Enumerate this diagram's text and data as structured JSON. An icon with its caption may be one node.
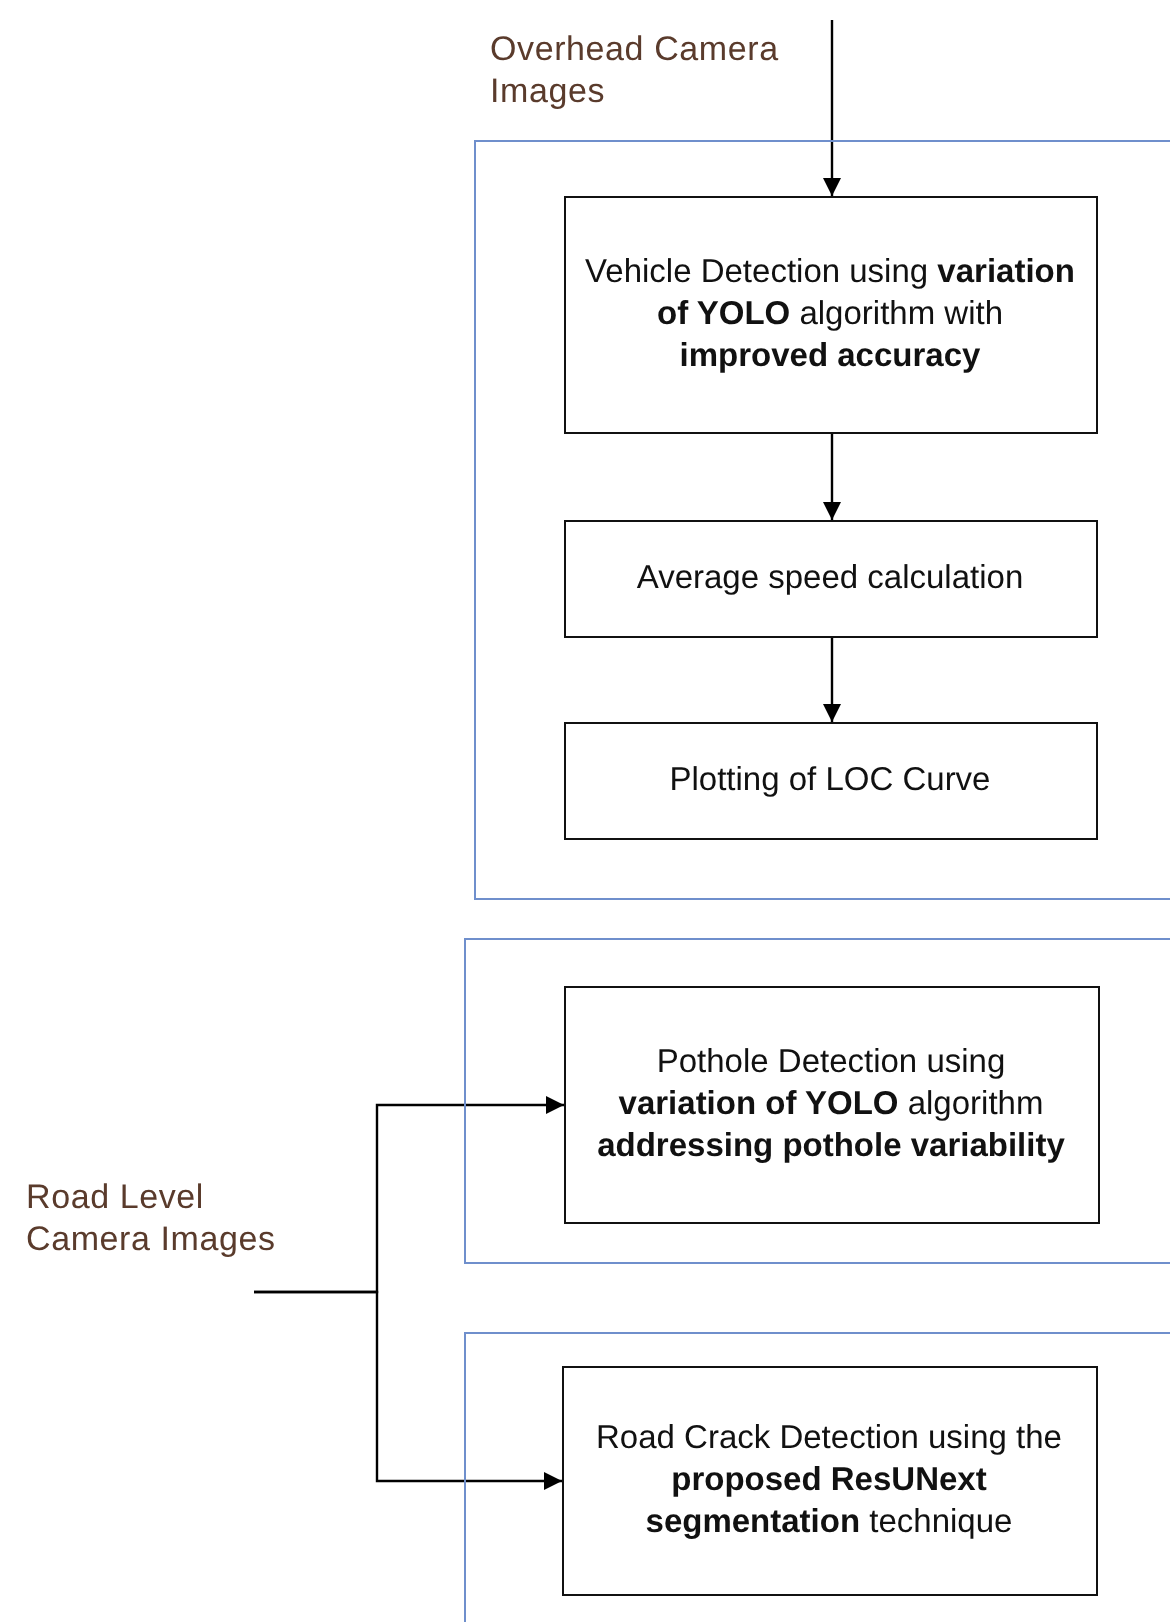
{
  "diagram": {
    "nodes": [
      {
        "text": [],
        "shape": "box"
      },
      {
        "text": [
          "Vehicle Detection using **variation of YOLO** algorithm with **improved accuracy**"
        ],
        "in": 0
      },
      {
        "text": [
          "Average speed calculation"
        ],
        "in": 0
      },
      {
        "text": [
          "Plotting of LOC Curve"
        ],
        "in": 0
      },
      {
        "text": [
          "Road Level Camera Images"
        ]
      },
      {
        "text": [],
        "shape": "box"
      },
      {
        "text": [
          "Pothole Detection using **variation of YOLO** algorithm **addressing pothole variability**"
        ],
        "in": 5
      },
      {
        "text": [],
        "shape": "box"
      },
      {
        "text": [
          "Road Crack Detection using the **proposed ResUNext segmentation** technique"
        ],
        "in": 7
      }
    ],
    "edges": [
      {
        "from": null,
        "to": 1,
        "arrow": "to"
      },
      {
        "from": 1,
        "to": 2,
        "arrow": "to"
      },
      {
        "from": 2,
        "to": 3,
        "arrow": "to"
      },
      {
        "from": 4,
        "to": 6,
        "arrow": "to"
      },
      {
        "from": 4,
        "to": 8,
        "arrow": "to"
      }
    ],
    "labels": [
      "Overhead Camera Images"
    ]
  }
}
